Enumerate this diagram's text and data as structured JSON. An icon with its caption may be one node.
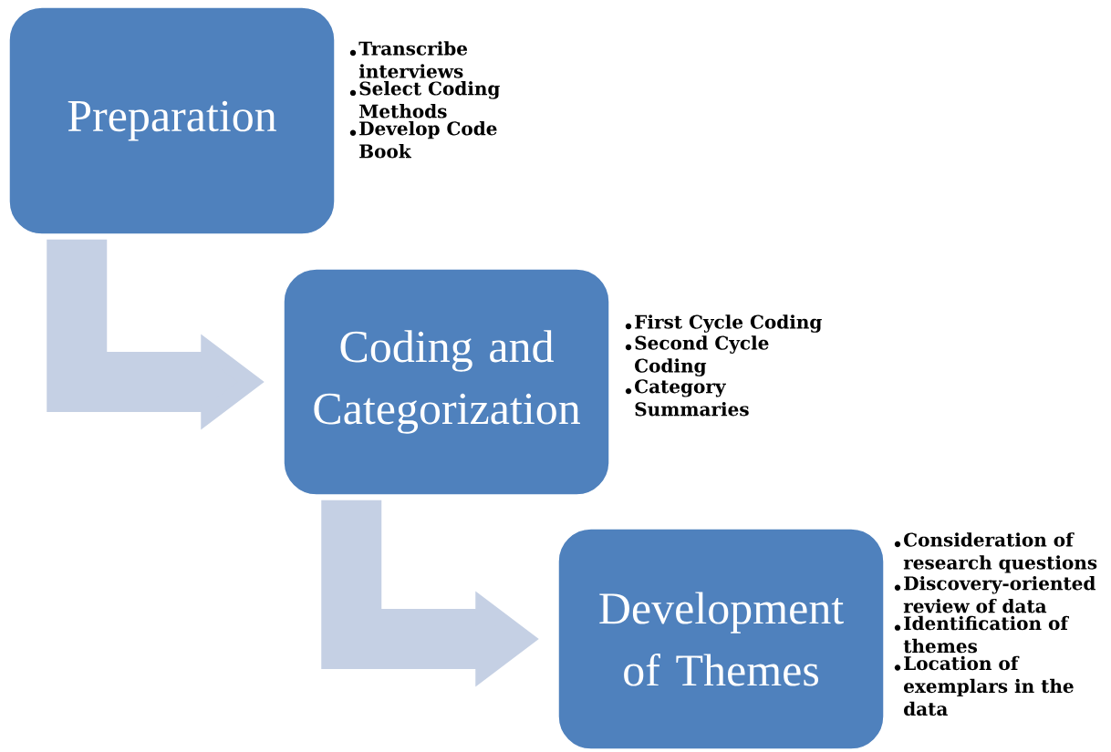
{
  "diagram": {
    "nodes": [
      {
        "text": [
          "Preparation"
        ],
        "beside": [
          "Transcribe interviews",
          "Select Coding Methods",
          "Develop Code Book"
        ]
      },
      {
        "text": [
          "Coding and Categorization"
        ],
        "beside": [
          "First Cycle Coding",
          "Second Cycle Coding",
          "Category Summaries"
        ]
      },
      {
        "text": [
          "Development of Themes"
        ],
        "beside": [
          "Consideration of research questions",
          "Discovery-oriented review of data",
          "Identification of themes",
          "Location of exemplars in the data"
        ]
      }
    ],
    "edges": [
      {
        "from": 0,
        "to": 1,
        "arrow": "to"
      },
      {
        "from": 1,
        "to": 2,
        "arrow": "to"
      }
    ]
  }
}
